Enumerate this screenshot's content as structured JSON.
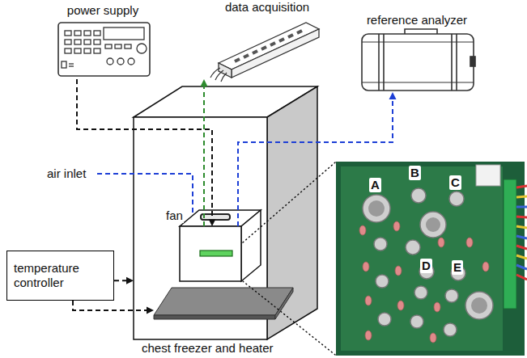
{
  "diagram": {
    "nodes": [
      {
        "text": [
          "power supply"
        ]
      },
      {
        "text": [
          "data acquisition"
        ]
      },
      {
        "text": [
          "reference analyzer"
        ]
      },
      {
        "text": [
          "temperature controller"
        ]
      },
      {
        "text": [
          "chest freezer and heater"
        ]
      },
      {
        "text": [
          "fan"
        ],
        "in": 4
      }
    ],
    "edges": [
      {
        "from": 0,
        "to": 5,
        "arrow": "to"
      },
      {
        "from": 5,
        "to": 1,
        "arrow": "to"
      },
      {
        "from": 5,
        "to": 2,
        "arrow": "to"
      },
      {
        "from": 3,
        "to": 4,
        "arrow": "to"
      }
    ],
    "labels": [
      "air inlet",
      "A",
      "B",
      "C",
      "D",
      "E"
    ]
  }
}
